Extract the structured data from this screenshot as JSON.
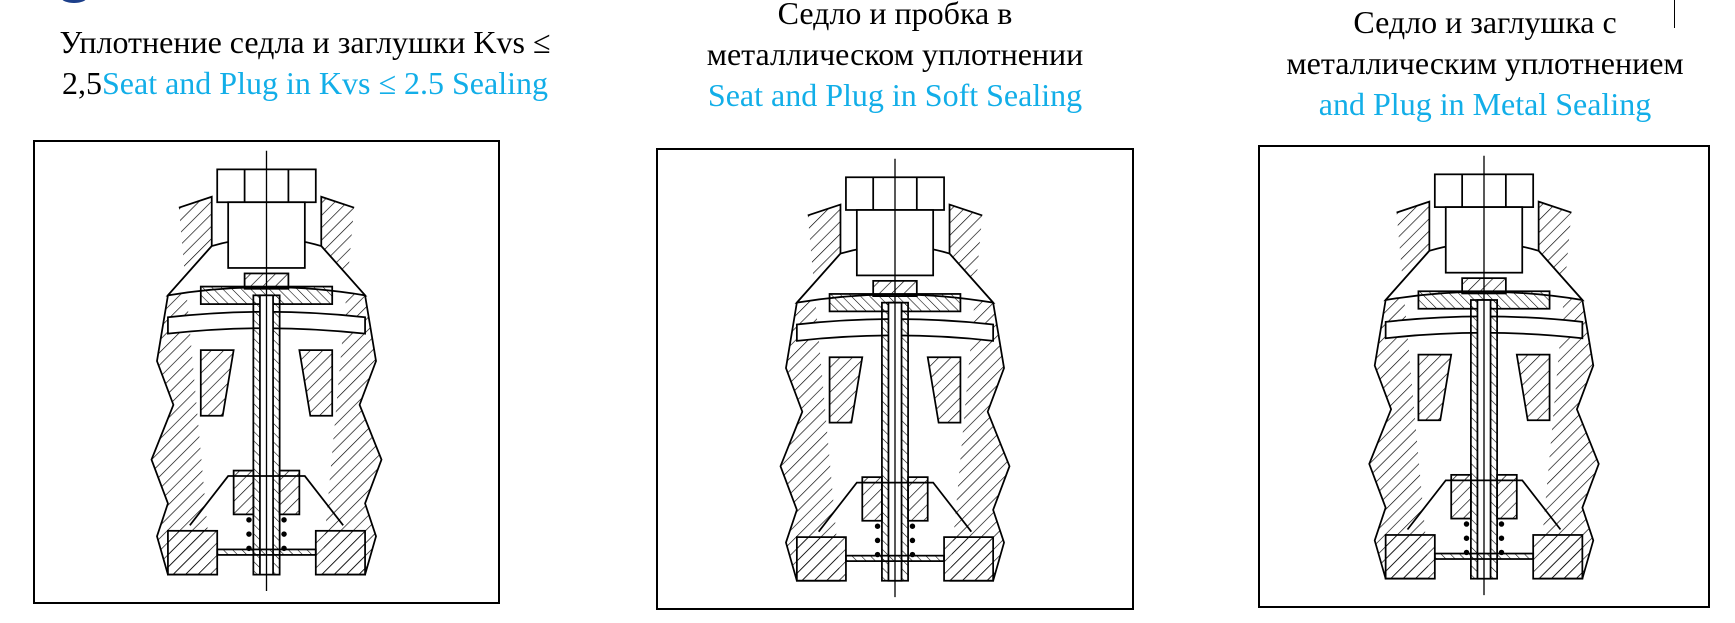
{
  "figures": [
    {
      "title_ru": "Уплотнение седла и заглушки Kvs ≤ 2,5",
      "title_ru_line1": "Уплотнение седла и заглушки Kvs ≤",
      "title_ru_line2": "2,5",
      "title_en": "Seat and Plug in Kvs ≤ 2.5 Sealing"
    },
    {
      "title_ru_line1": "Седло и пробка в",
      "title_ru_line2": "металлическом уплотнении",
      "title_en": "Seat and Plug in Soft Sealing"
    },
    {
      "title_ru_line1": "Седло и заглушка с",
      "title_ru_line2": "металлическим уплотнением",
      "title_en": "and Plug in Metal Sealing"
    }
  ],
  "colors": {
    "english_caption": "#12aee8",
    "text": "#000000"
  }
}
